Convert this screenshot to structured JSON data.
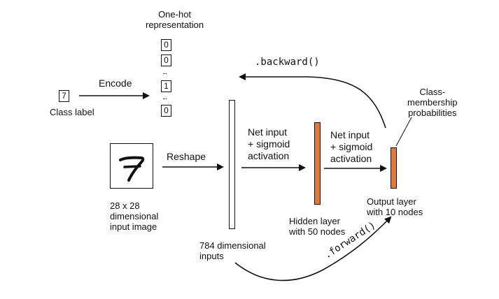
{
  "labels": {
    "one_hot_line1": "One-hot",
    "one_hot_line2": "representation",
    "one_hot_values": [
      "0",
      "0",
      "1",
      "0"
    ],
    "one_hot_dots": "...",
    "class_label_value": "7",
    "class_label": "Class label",
    "encode": "Encode",
    "backward": ".backward()",
    "forward": ".forward()",
    "class_membership_line1": "Class-",
    "class_membership_line2": "membership",
    "class_membership_line3": "probabilities",
    "reshape": "Reshape",
    "net_input_1": [
      "Net input",
      "+ sigmoid",
      "activation"
    ],
    "net_input_2": [
      "Net input",
      "+ sigmoid",
      "activation"
    ],
    "image_caption": [
      "28 x 28",
      "dimensional",
      "input image"
    ],
    "inputs_caption": [
      "784 dimensional",
      "inputs"
    ],
    "hidden_caption": [
      "Hidden layer",
      "with 50 nodes"
    ],
    "output_caption": [
      "Output layer",
      "with 10 nodes"
    ]
  },
  "colors": {
    "layer_fill": "#e07a3a",
    "input_fill": "#ffffff",
    "ink": "#111111"
  }
}
